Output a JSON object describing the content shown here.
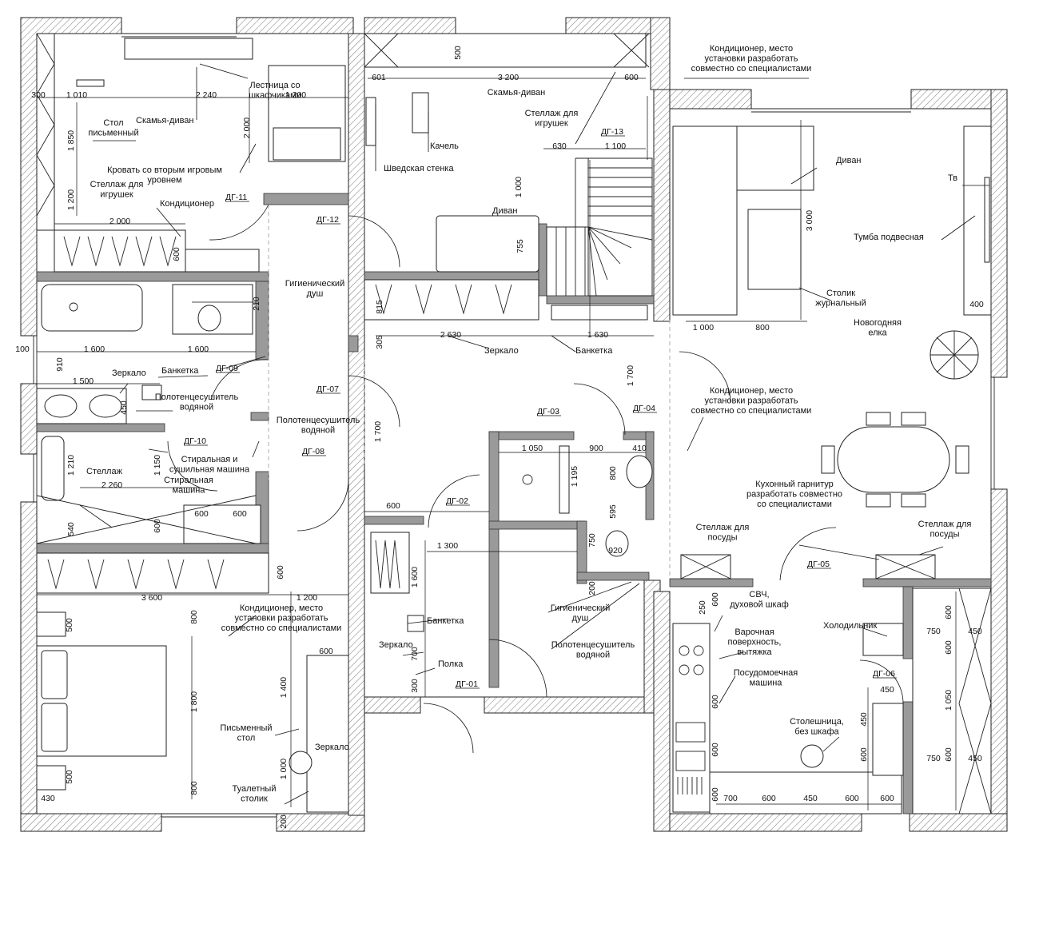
{
  "labels": [
    {
      "id": "l1",
      "lines": [
        "Лестница со",
        "шкафчиками"
      ]
    },
    {
      "id": "l2",
      "lines": [
        "Скамья-диван"
      ]
    },
    {
      "id": "l3",
      "lines": [
        "Стол",
        "письменный"
      ]
    },
    {
      "id": "l4",
      "lines": [
        "Кровать со вторым игровым",
        "уровнем"
      ]
    },
    {
      "id": "l5",
      "lines": [
        "Стеллаж для",
        "игрушек"
      ]
    },
    {
      "id": "l6",
      "lines": [
        "Кондиционер"
      ]
    },
    {
      "id": "l7",
      "lines": [
        "Скамья-диван"
      ]
    },
    {
      "id": "l8",
      "lines": [
        "Стеллаж для",
        "игрушек"
      ]
    },
    {
      "id": "l9",
      "lines": [
        "Качель"
      ]
    },
    {
      "id": "l10",
      "lines": [
        "Шведская стенка"
      ]
    },
    {
      "id": "l11",
      "lines": [
        "Кондиционер, место",
        "установки разработать",
        "совместно со специалистами"
      ]
    },
    {
      "id": "l12",
      "lines": [
        "Диван"
      ]
    },
    {
      "id": "l13",
      "lines": [
        "Диван"
      ]
    },
    {
      "id": "l14",
      "lines": [
        "Тв"
      ]
    },
    {
      "id": "l15",
      "lines": [
        "Тумба подвесная"
      ]
    },
    {
      "id": "l16",
      "lines": [
        "Столик",
        "журнальный"
      ]
    },
    {
      "id": "l17",
      "lines": [
        "Новогодняя",
        "елка"
      ]
    },
    {
      "id": "l18",
      "lines": [
        "Гигиенический",
        "душ"
      ]
    },
    {
      "id": "l19",
      "lines": [
        "Зеркало"
      ]
    },
    {
      "id": "l20",
      "lines": [
        "Банкетка"
      ]
    },
    {
      "id": "l21",
      "lines": [
        "Зеркало"
      ]
    },
    {
      "id": "l22",
      "lines": [
        "Банкетка"
      ]
    },
    {
      "id": "l23",
      "lines": [
        "Полотенцесушитель",
        "водяной"
      ]
    },
    {
      "id": "l24",
      "lines": [
        "Полотенцесушитель",
        "водяной"
      ]
    },
    {
      "id": "l25",
      "lines": [
        "Стиральная и",
        "сушильная машина"
      ]
    },
    {
      "id": "l26",
      "lines": [
        "Стиральная",
        "машина"
      ]
    },
    {
      "id": "l27",
      "lines": [
        "Стеллаж"
      ]
    },
    {
      "id": "l28",
      "lines": [
        "Кондиционер, место",
        "установки разработать",
        "совместно со специалистами"
      ]
    },
    {
      "id": "l29",
      "lines": [
        "Кондиционер, место",
        "установки разработать",
        "совместно со специалистами"
      ]
    },
    {
      "id": "l30",
      "lines": [
        "Кухонный гарнитур",
        "разработать совместно",
        "со специалистами"
      ]
    },
    {
      "id": "l31",
      "lines": [
        "Стеллаж для",
        "посуды"
      ]
    },
    {
      "id": "l32",
      "lines": [
        "Стеллаж для",
        "посуды"
      ]
    },
    {
      "id": "l33",
      "lines": [
        "Банкетка"
      ]
    },
    {
      "id": "l34",
      "lines": [
        "Зеркало"
      ]
    },
    {
      "id": "l35",
      "lines": [
        "Полка"
      ]
    },
    {
      "id": "l36",
      "lines": [
        "Гигиенический",
        "душ"
      ]
    },
    {
      "id": "l37",
      "lines": [
        "Полотенцесушитель",
        "водяной"
      ]
    },
    {
      "id": "l38",
      "lines": [
        "СВЧ,",
        "духовой шкаф"
      ]
    },
    {
      "id": "l39",
      "lines": [
        "Холодильник"
      ]
    },
    {
      "id": "l40",
      "lines": [
        "Варочная",
        "поверхность,",
        "вытяжка"
      ]
    },
    {
      "id": "l41",
      "lines": [
        "Посудомоечная",
        "машина"
      ]
    },
    {
      "id": "l42",
      "lines": [
        "Столешница,",
        "без шкафа"
      ]
    },
    {
      "id": "l43",
      "lines": [
        "Письменный",
        "стол"
      ]
    },
    {
      "id": "l44",
      "lines": [
        "Зеркало"
      ]
    },
    {
      "id": "l45",
      "lines": [
        "Туалетный",
        "столик"
      ]
    }
  ],
  "doors": [
    "ДГ-01",
    "ДГ-02",
    "ДГ-03",
    "ДГ-04",
    "ДГ-05",
    "ДГ-06",
    "ДГ-07",
    "ДГ-08",
    "ДГ-09",
    "ДГ-10",
    "ДГ-11",
    "ДГ-12",
    "ДГ-13"
  ],
  "dimensions": [
    "300",
    "1 010",
    "2 240",
    "1 200",
    "1 850",
    "2 000",
    "1 200",
    "2 000",
    "600",
    "210",
    "100",
    "1 600",
    "1 600",
    "910",
    "1 500",
    "450",
    "1 210",
    "2 260",
    "1 150",
    "600",
    "600",
    "540",
    "600",
    "600",
    "3 600",
    "1 200",
    "601",
    "500",
    "3 200",
    "600",
    "630",
    "1 100",
    "1 000",
    "755",
    "815",
    "305",
    "2 630",
    "1 630",
    "1 700",
    "1 700",
    "1 050",
    "900",
    "410",
    "1 195",
    "800",
    "595",
    "600",
    "1 300",
    "750",
    "920",
    "1 600",
    "200",
    "700",
    "300",
    "3 000",
    "400",
    "1 000",
    "800",
    "500",
    "800",
    "1 400",
    "600",
    "1 800",
    "1 000",
    "500",
    "800",
    "430",
    "200",
    "250",
    "600",
    "750",
    "450",
    "600",
    "600",
    "450",
    "1 050",
    "450",
    "600",
    "750",
    "450",
    "600",
    "600",
    "600",
    "600",
    "700",
    "600",
    "450",
    "600",
    "600"
  ]
}
